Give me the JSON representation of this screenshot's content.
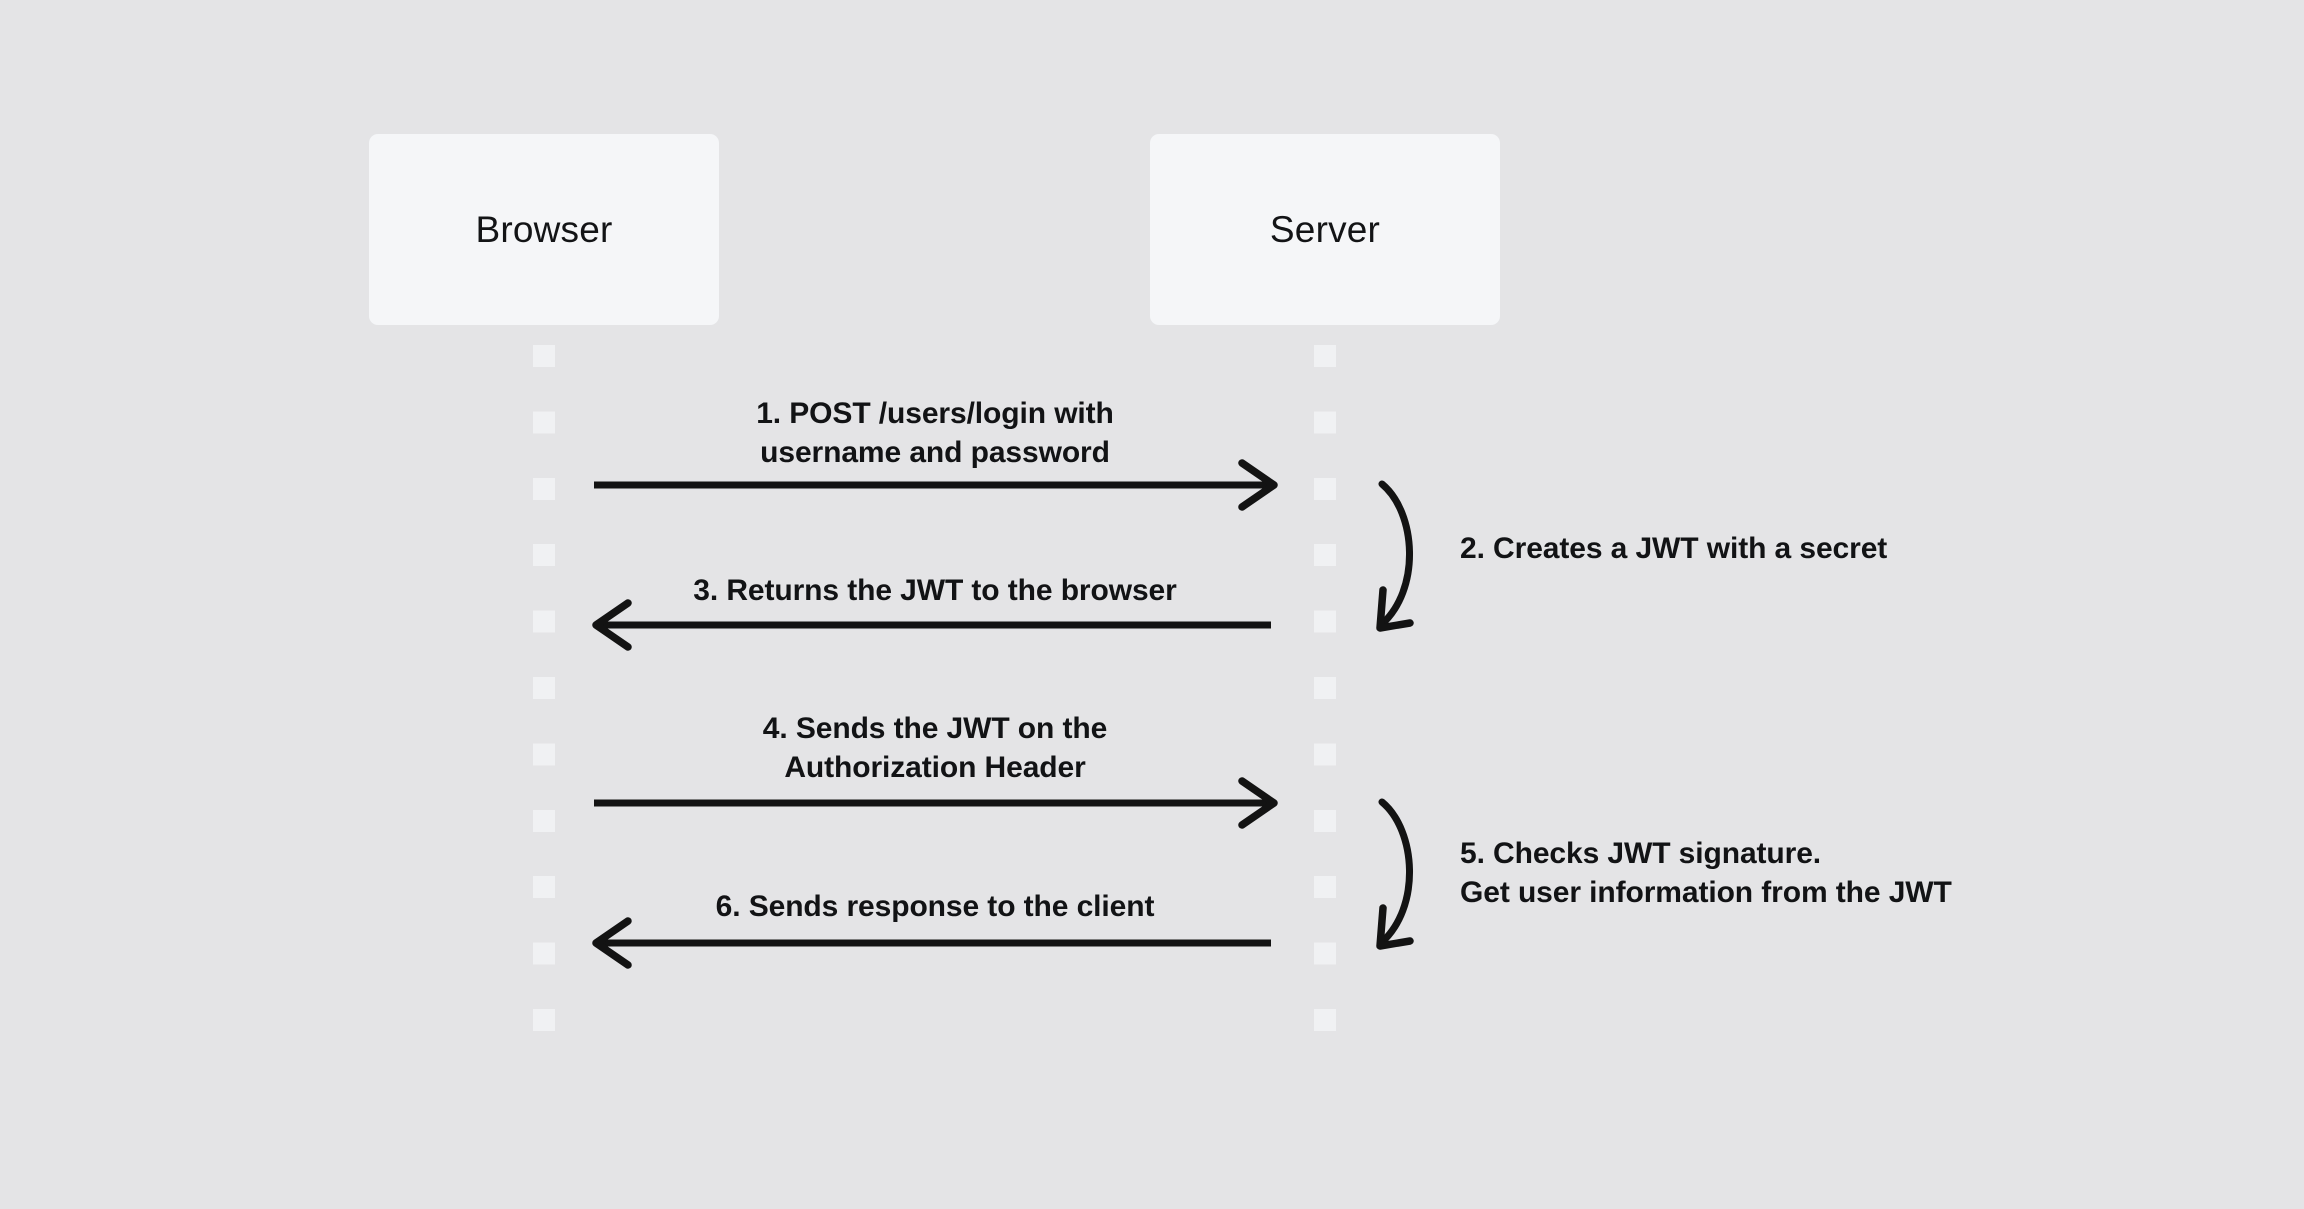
{
  "diagram": {
    "type": "sequence-diagram",
    "topic": "JWT authentication flow"
  },
  "colors": {
    "background": "#e4e4e6",
    "actor_fill": "#f5f6f8",
    "lifeline_dash": "#f0f1f3",
    "ink": "#131313",
    "label_text": "#121315"
  },
  "actors": [
    {
      "id": "browser",
      "label": "Browser"
    },
    {
      "id": "server",
      "label": "Server"
    }
  ],
  "messages": [
    {
      "num": 1,
      "from": "browser",
      "to": "server",
      "direction": "right",
      "label": "1. POST /users/login with\nusername and password"
    },
    {
      "num": 2,
      "actor": "server",
      "type": "self",
      "direction": "self",
      "label": "2. Creates a JWT with a secret"
    },
    {
      "num": 3,
      "from": "server",
      "to": "browser",
      "direction": "left",
      "label": "3. Returns the JWT to the browser"
    },
    {
      "num": 4,
      "from": "browser",
      "to": "server",
      "direction": "right",
      "label": "4. Sends the JWT on the\nAuthorization Header"
    },
    {
      "num": 5,
      "actor": "server",
      "type": "self",
      "direction": "self",
      "label": "5. Checks JWT signature.\nGet user information from the JWT"
    },
    {
      "num": 6,
      "from": "server",
      "to": "browser",
      "direction": "left",
      "label": "6. Sends response to the client"
    }
  ]
}
